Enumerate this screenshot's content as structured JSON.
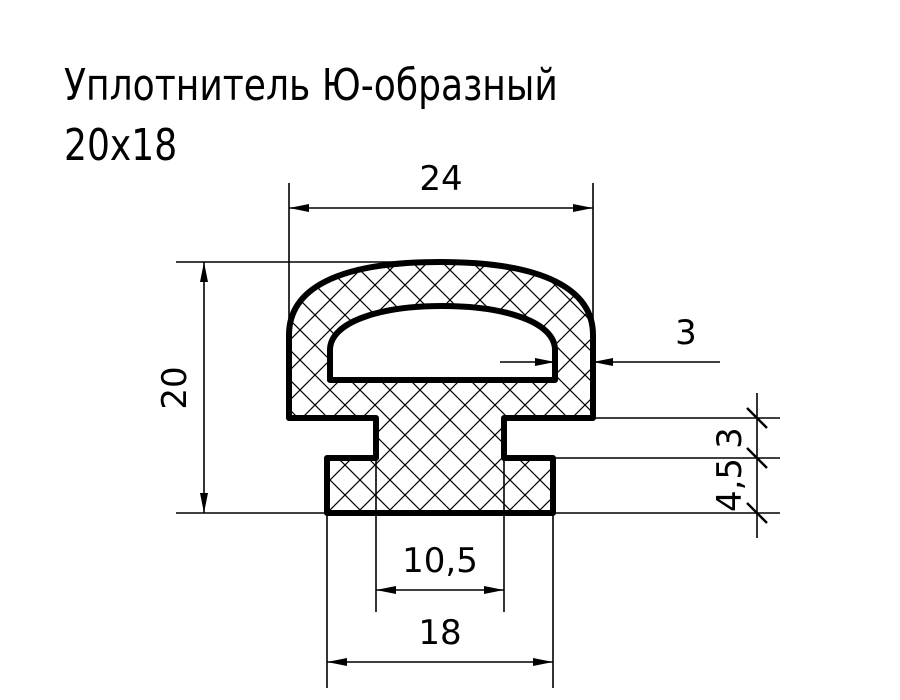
{
  "title": {
    "line1": "Уплотнитель Ю-образный",
    "line2": "20x18"
  },
  "dimensions": {
    "top_width": "24",
    "height": "20",
    "wall": "3",
    "neck": "10,5",
    "base": "18",
    "step_upper": "3",
    "step_lower": "4,5"
  },
  "colors": {
    "ink": "#000000",
    "background": "#ffffff"
  }
}
